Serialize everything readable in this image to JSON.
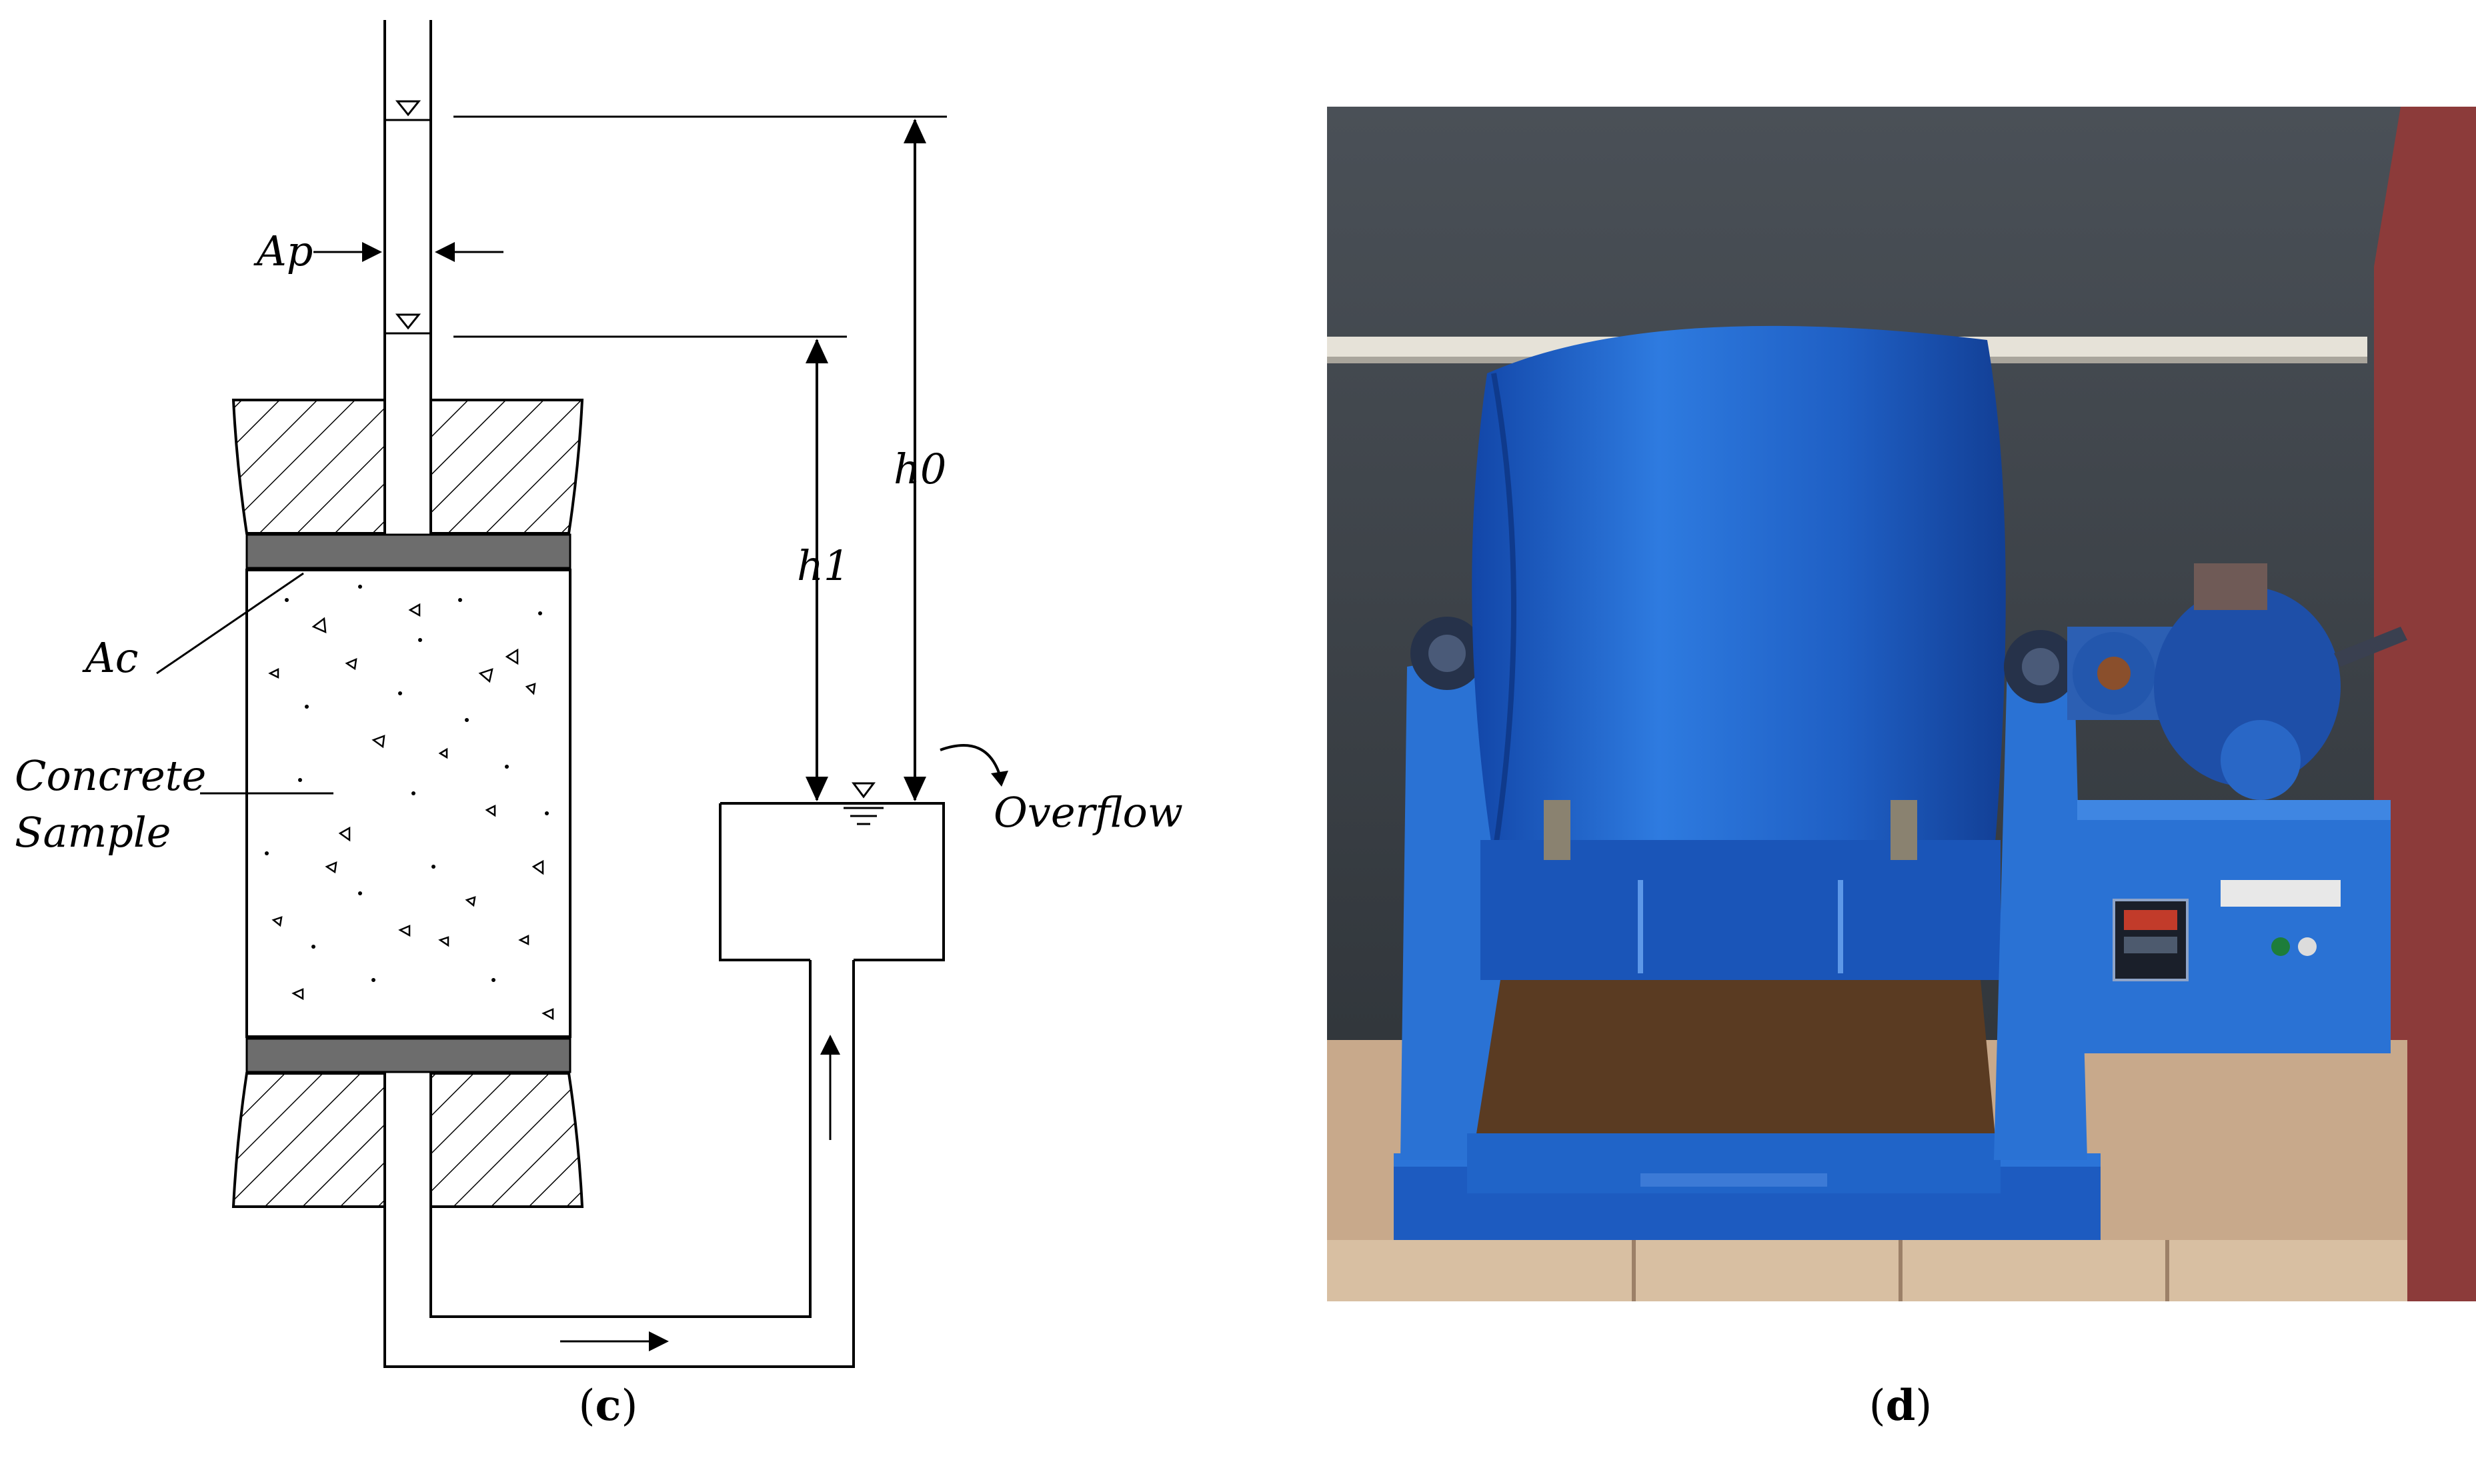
{
  "panel_c": {
    "labels": {
      "ap": "Ap",
      "ac": "Ac",
      "concrete_line1": "Concrete",
      "concrete_line2": "Sample",
      "h1": "h1",
      "h0": "h0",
      "overflow": "Overflow"
    },
    "caption": {
      "open": "(",
      "letter": "c",
      "close": ")"
    }
  },
  "panel_d": {
    "caption": {
      "open": "(",
      "letter": "d",
      "close": ")"
    },
    "colors": {
      "wall": "#3a4046",
      "drum": "#1e63c9",
      "frame": "#2a72d4",
      "floor": "#c8a98b",
      "red_wall": "#8c3b3a"
    }
  }
}
